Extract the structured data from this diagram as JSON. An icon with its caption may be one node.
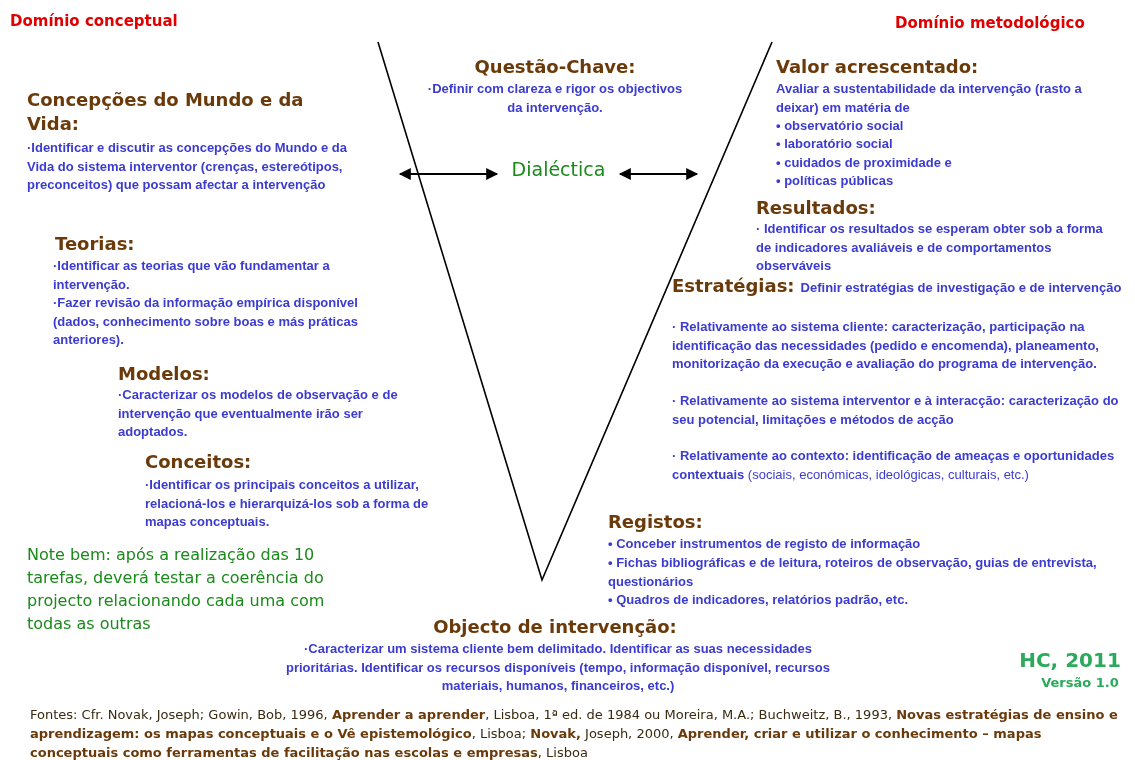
{
  "diagram": {
    "labels": [
      "Domínio conceptual",
      "Domínio metodológico",
      "Questão-Chave:",
      "·Definir com clareza e rigor os objectivos da intervenção.",
      "Valor acrescentado:",
      "Avaliar a sustentabilidade da intervenção (rasto a deixar) em matéria de",
      "• observatório social",
      "• laboratório social",
      "• cuidados de proximidade e",
      "• políticas públicas",
      "Concepções do Mundo e da Vida:",
      "·Identificar e discutir as concepções do Mundo e da Vida do sistema interventor (crenças, estereótipos, preconceitos) que possam afectar a intervenção",
      "Dialéctica",
      "Resultados:",
      "· Identificar os resultados se esperam obter sob a forma de indicadores avaliáveis e de comportamentos observáveis",
      "Teorias:",
      "·Identificar as teorias que vão fundamentar a intervenção.",
      "·Fazer revisão da informação empírica disponível (dados, conhecimento sobre boas e más práticas anteriores).",
      "Estratégias:",
      "Definir estratégias de investigação e de intervenção",
      "· Relativamente ao sistema cliente: caracterização, participação na identificação das necessidades (pedido e encomenda), planeamento, monitorização da execução e avaliação do programa de intervenção.",
      "· Relativamente ao sistema interventor e à interacção: caracterização do seu potencial, limitações e métodos de acção",
      "**· Relativamente ao contexto: identificação de ameaças e oportunidades contextuais** (sociais, económicas, ideológicas, culturais, etc.)",
      "Modelos:",
      "·Caracterizar os modelos de observação e de intervenção que eventualmente irão ser adoptados.",
      "Conceitos:",
      "·Identificar os principais conceitos a utilizar, relacioná-los e hierarquizá-los sob a forma de mapas conceptuais.",
      "Registos:",
      "• Conceber instrumentos de registo de informação",
      "• Fichas bibliográficas e de leitura, roteiros de observação, guias de entrevista, questionários",
      "• Quadros de indicadores, relatórios padrão, etc.",
      "Note bem: após a realização das 10 tarefas, deverá testar a coerência do projecto relacionando cada uma com todas as outras",
      "Objecto de intervenção:",
      "·Caracterizar um sistema cliente bem delimitado. Identificar as suas necessidades prioritárias. Identificar os recursos disponíveis (tempo, informação disponível, recursos materiais, humanos, financeiros, etc.)",
      "HC, 2011",
      "Versão 1.0",
      "Fontes: Cfr. Novak, Joseph; Gowin, Bob, 1996, **Aprender a aprender**, Lisboa, 1ª ed. de 1984 ou Moreira, M.A.; Buchweitz, B., 1993, **Novas estratégias de ensino e aprendizagem: os mapas conceptuais e o Vê epistemológico**, Lisboa; **Novak,** Joseph, 2000, **Aprender, criar e utilizar o conhecimento – mapas conceptuais como ferramentas de facilitação nas escolas e empresas**, Lisboa"
    ]
  }
}
